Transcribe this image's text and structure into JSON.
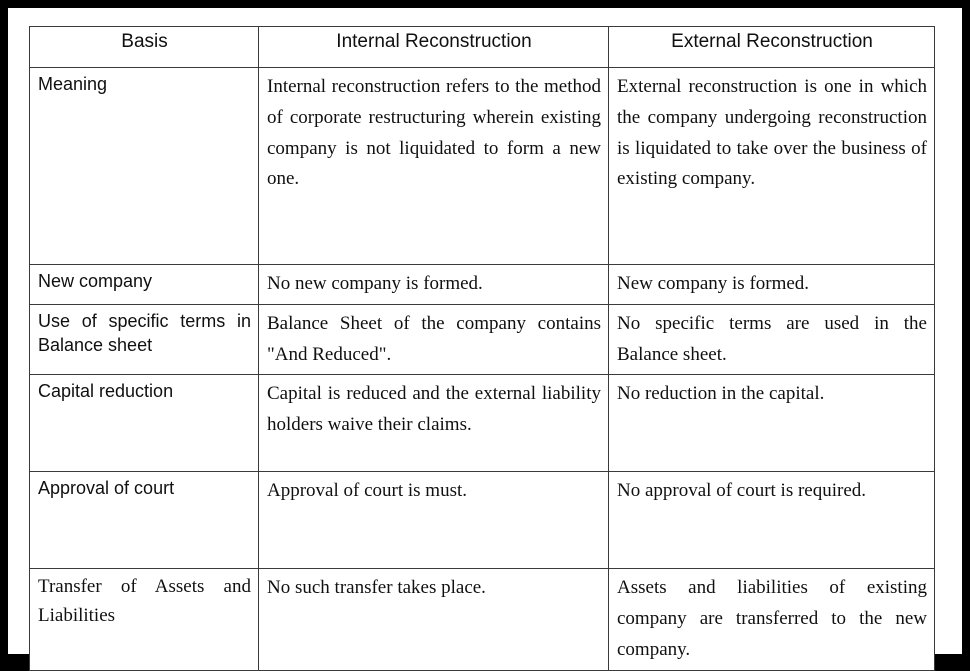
{
  "document": {
    "type": "comparison-table",
    "frame_color": "#000000",
    "page_color": "#ffffff",
    "grid_color": "#3a3a3a",
    "text_color": "#101010"
  },
  "table": {
    "headers": [
      "Basis",
      "Internal Reconstruction",
      "External Reconstruction"
    ],
    "rows": [
      {
        "basis": "Meaning",
        "internal": "Internal reconstruction refers to the method of corporate restructuring wherein existing company is not liquidated to form a new one.",
        "external": "External reconstruction is one in which the company undergoing reconstruction is liquidated to take over the business of existing company."
      },
      {
        "basis": "New company",
        "internal": "No new company is formed.",
        "external": "New company is formed."
      },
      {
        "basis": "Use of specific terms in Balance sheet",
        "internal": "Balance Sheet of the company contains \"And Reduced\".",
        "external": "No specific terms are used in the Balance sheet."
      },
      {
        "basis": "Capital reduction",
        "internal": "Capital is reduced and the external liability holders waive their claims.",
        "external": "No reduction in the capital."
      },
      {
        "basis": "Approval of court",
        "internal": "Approval of court is must.",
        "external": "No approval of court is required."
      },
      {
        "basis": "Transfer of Assets and Liabilities",
        "internal": "No such transfer takes place.",
        "external": "Assets and liabilities of existing company are transferred to the new company."
      }
    ]
  }
}
